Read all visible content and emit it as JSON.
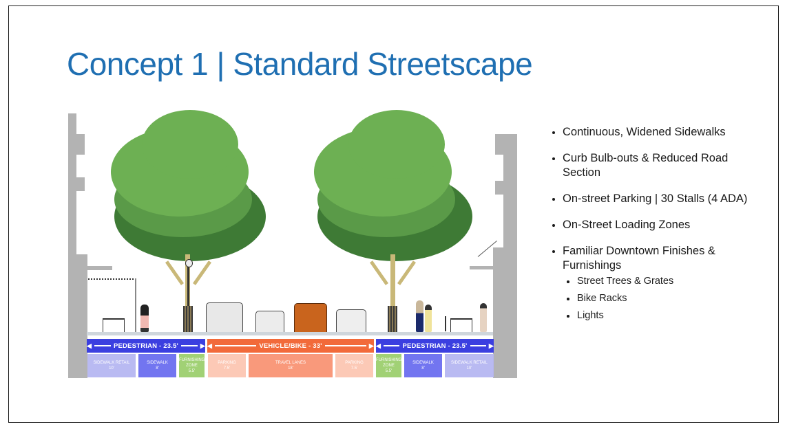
{
  "slide": {
    "title": "Concept 1 | Standard Streetscape",
    "title_color": "#1f6fb2"
  },
  "diagram": {
    "name": "street-cross-section",
    "dimension_bars": [
      {
        "label": "PEDESTRIAN - 23.5'",
        "color": "#3b3fe0"
      },
      {
        "label": "VEHICLE/BIKE - 33'",
        "color": "#f26a3a"
      },
      {
        "label": "PEDESTRIAN - 23.5'",
        "color": "#3b3fe0"
      }
    ],
    "zones": [
      {
        "label": "SIDEWALK RETAIL",
        "width": "10'",
        "color": "#b6b7f2"
      },
      {
        "label": "SIDEWALK",
        "width": "8'",
        "color": "#6b6ef0"
      },
      {
        "label": "FURNISHING ZONE",
        "width": "5.5'",
        "color": "#9ccf6e"
      },
      {
        "label": "PARKING",
        "width": "7.5'",
        "color": "#fcc7b3"
      },
      {
        "label": "TRAVEL LANES",
        "width": "18'",
        "color": "#f99474"
      },
      {
        "label": "PARKING",
        "width": "7.5'",
        "color": "#fcc7b3"
      },
      {
        "label": "FURNISHING ZONE",
        "width": "5.5'",
        "color": "#9ccf6e"
      },
      {
        "label": "SIDEWALK",
        "width": "8'",
        "color": "#6b6ef0"
      },
      {
        "label": "SIDEWALK RETAIL",
        "width": "10'",
        "color": "#b6b7f2"
      }
    ]
  },
  "bullets": [
    {
      "text": "Continuous, Widened Sidewalks"
    },
    {
      "text": "Curb Bulb-outs & Reduced Road Section"
    },
    {
      "text": "On-street Parking | 30 Stalls (4 ADA)"
    },
    {
      "text": "On-Street Loading Zones"
    },
    {
      "text": "Familiar Downtown Finishes & Furnishings",
      "sub": [
        "Street Trees & Grates",
        "Bike Racks",
        "Lights"
      ]
    }
  ]
}
